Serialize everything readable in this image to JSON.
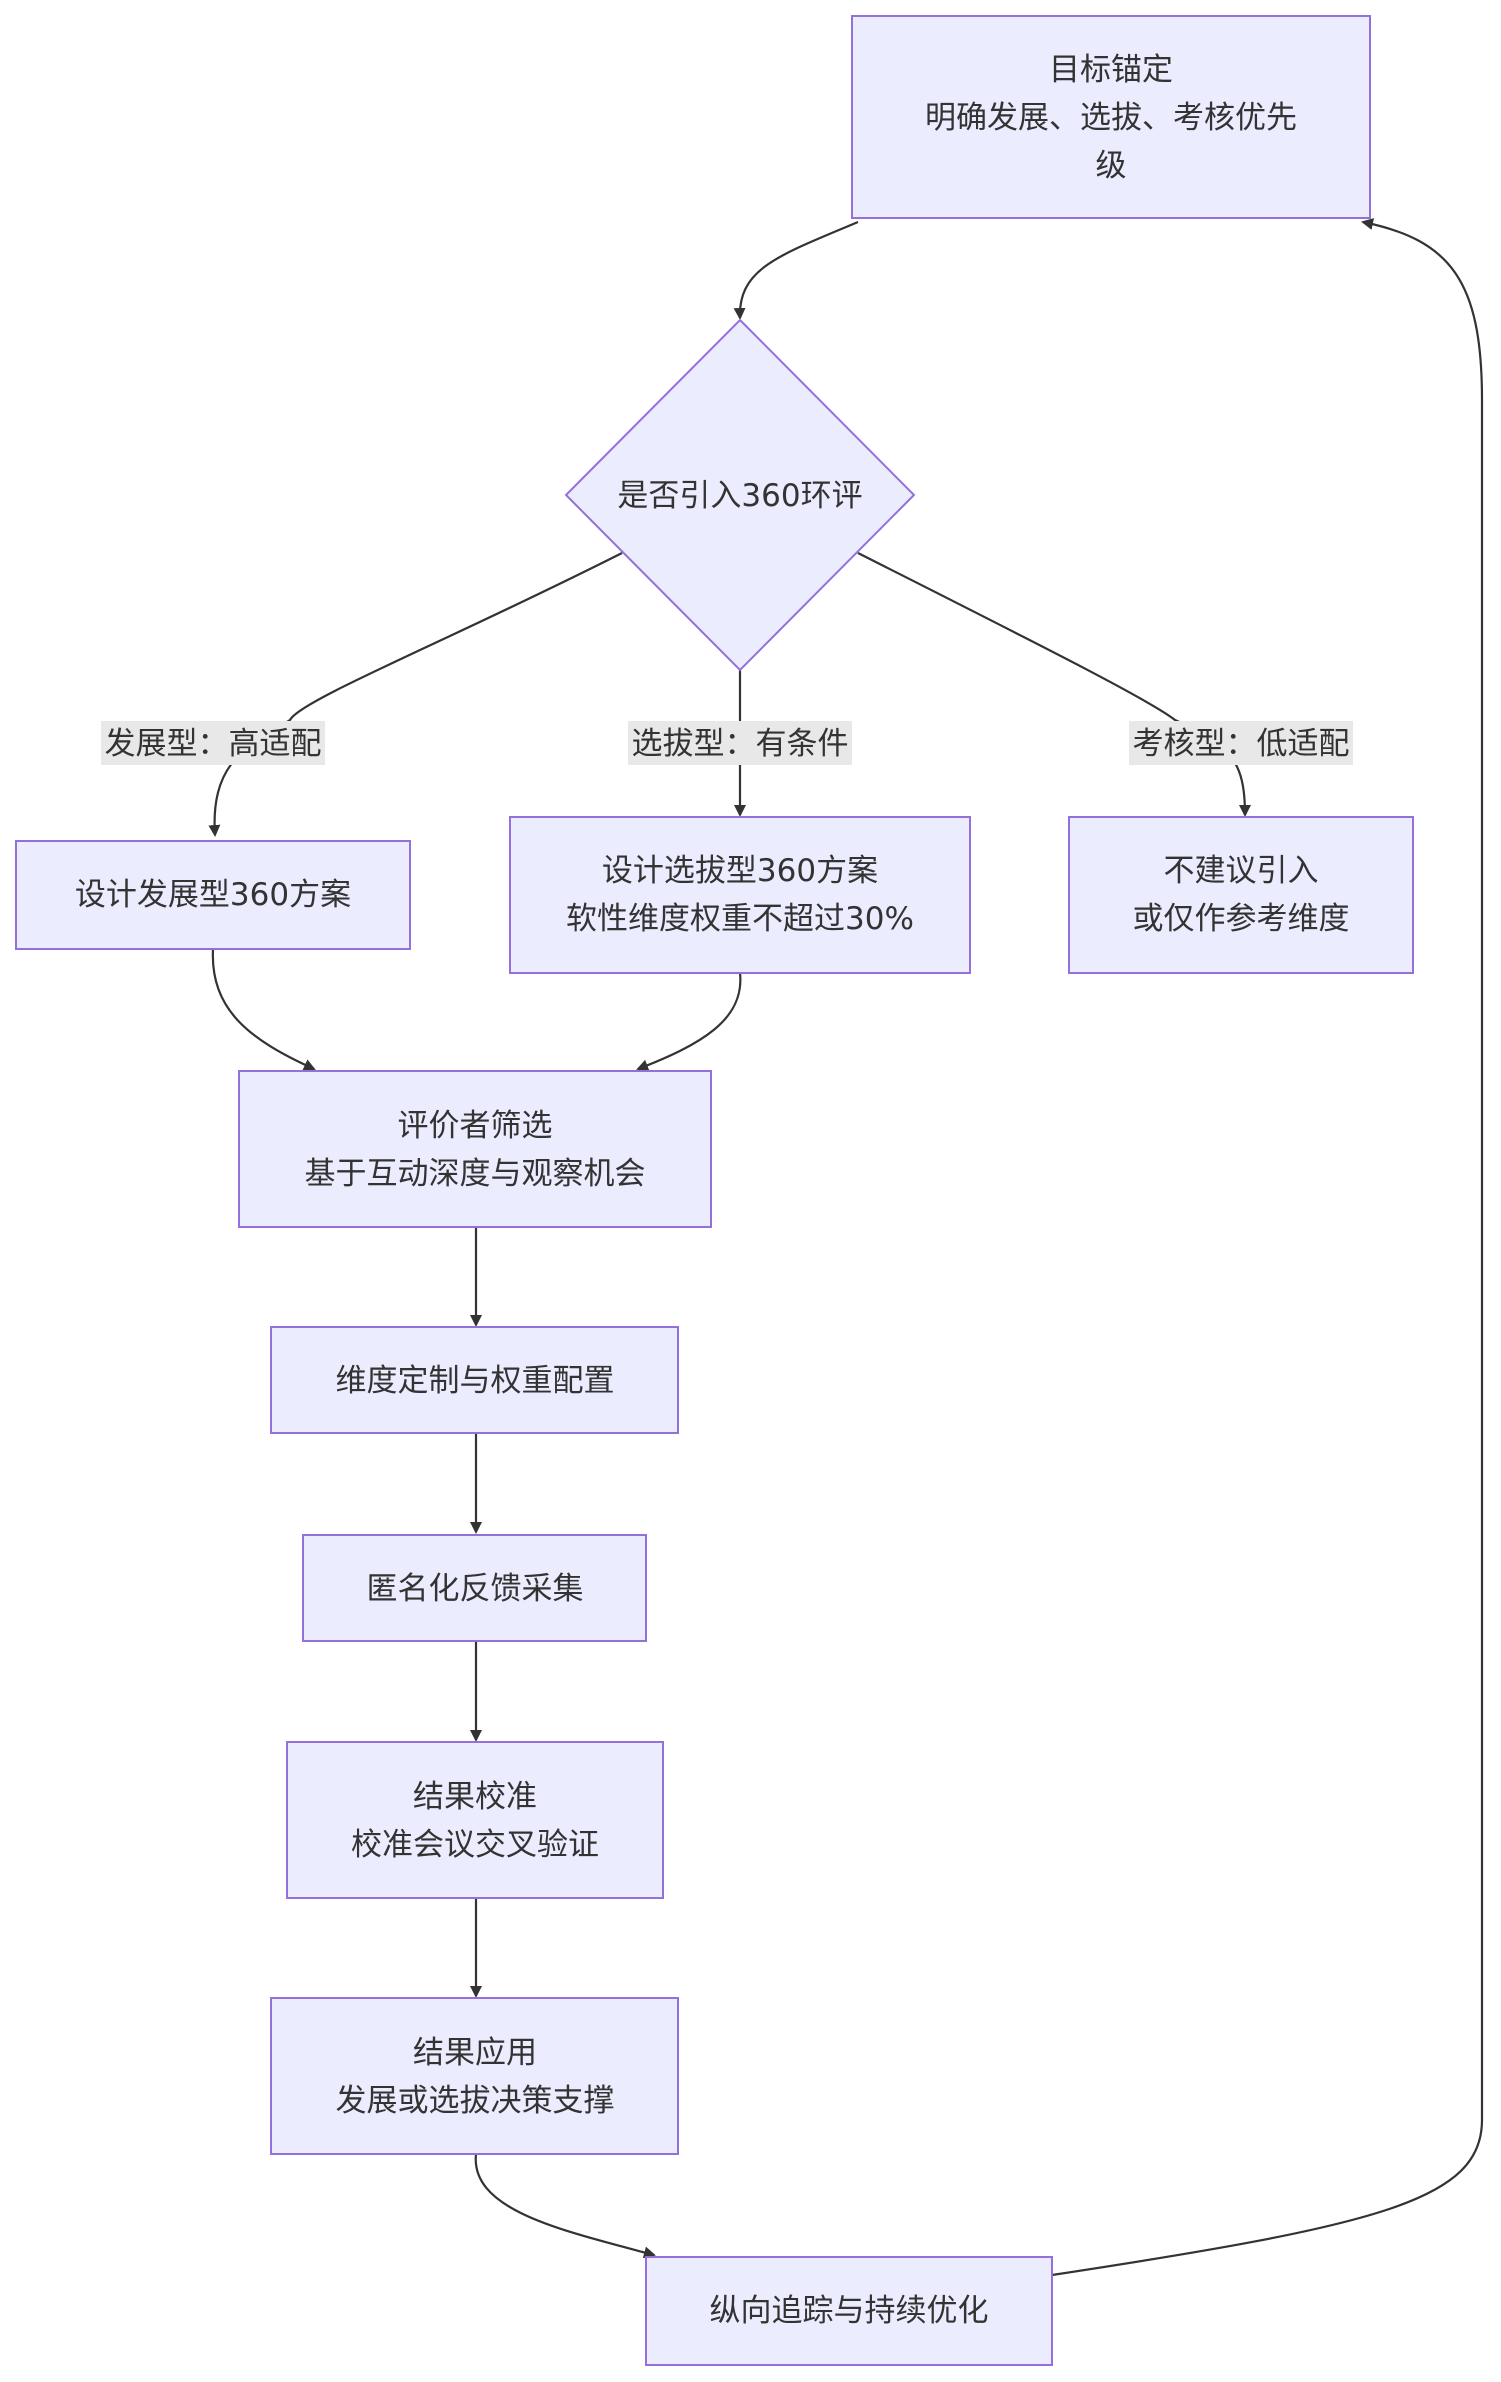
{
  "nodes": {
    "goal": {
      "lines": [
        "目标锚定",
        "明确发展、选拔、考核优先",
        "级"
      ]
    },
    "decision": {
      "lines": [
        "是否引入360环评"
      ]
    },
    "develop_plan": {
      "lines": [
        "设计发展型360方案"
      ]
    },
    "select_plan": {
      "lines": [
        "设计选拔型360方案",
        "软性维度权重不超过30%"
      ]
    },
    "not_recommended": {
      "lines": [
        "不建议引入",
        "或仅作参考维度"
      ]
    },
    "rater_screen": {
      "lines": [
        "评价者筛选",
        "基于互动深度与观察机会"
      ]
    },
    "dimension_config": {
      "lines": [
        "维度定制与权重配置"
      ]
    },
    "anonymous_collect": {
      "lines": [
        "匿名化反馈采集"
      ]
    },
    "calibration": {
      "lines": [
        "结果校准",
        "校准会议交叉验证"
      ]
    },
    "application": {
      "lines": [
        "结果应用",
        "发展或选拔决策支撑"
      ]
    },
    "tracking": {
      "lines": [
        "纵向追踪与持续优化"
      ]
    }
  },
  "edge_labels": {
    "develop": "发展型：高适配",
    "select": "选拔型：有条件",
    "assess": "考核型：低适配"
  },
  "colors": {
    "node_fill": "#ECECFF",
    "node_stroke": "#9370DB",
    "edge": "#333333",
    "label_bg": "#E8E8E8",
    "text": "#333333"
  }
}
